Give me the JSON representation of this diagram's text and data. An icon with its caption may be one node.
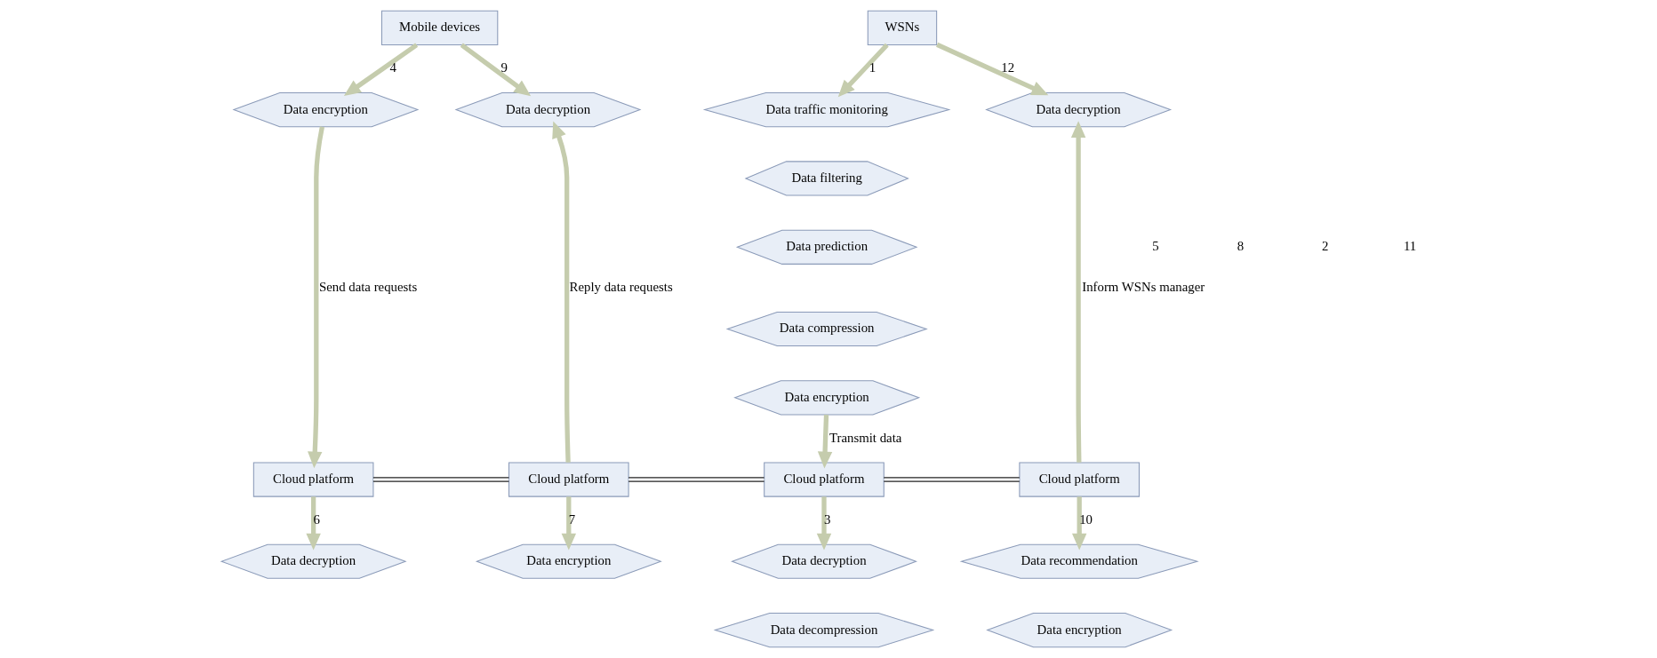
{
  "diagram": {
    "nodes": [
      {
        "text": [
          "Mobile devices"
        ]
      },
      {
        "text": [
          "Data encryption"
        ]
      },
      {
        "text": [
          "Data decryption"
        ]
      },
      {
        "text": [
          "Cloud platform"
        ]
      },
      {
        "text": [
          "Data decryption"
        ]
      },
      {
        "text": [
          "Cloud platform"
        ]
      },
      {
        "text": [
          "Data encryption"
        ]
      },
      {
        "text": [
          "WSNs"
        ]
      },
      {
        "text": [
          "Data traffic monitoring"
        ]
      },
      {
        "text": [
          "Data filtering"
        ]
      },
      {
        "text": [
          "Data prediction"
        ]
      },
      {
        "text": [
          "Data compression"
        ]
      },
      {
        "text": [
          "Data encryption"
        ]
      },
      {
        "text": [
          "Data decryption"
        ]
      },
      {
        "text": [
          "Cloud platform"
        ]
      },
      {
        "text": [
          "Cloud platform"
        ]
      },
      {
        "text": [
          "Data decryption"
        ]
      },
      {
        "text": [
          "Data decompression"
        ]
      },
      {
        "text": [
          "Data recommendation"
        ]
      },
      {
        "text": [
          "Data encryption"
        ]
      }
    ],
    "edges": [
      {
        "from": 0,
        "to": 1,
        "arrow": "to",
        "label": "4"
      },
      {
        "from": 0,
        "to": 2,
        "arrow": "to",
        "label": "9"
      },
      {
        "from": 1,
        "to": 3,
        "arrow": "to",
        "label": "Send data requests"
      },
      {
        "from": 3,
        "to": 4,
        "arrow": "to",
        "label": "6"
      },
      {
        "from": 5,
        "to": 2,
        "arrow": "to",
        "label": "Reply data requests"
      },
      {
        "from": 5,
        "to": 6,
        "arrow": "to",
        "label": "7"
      },
      {
        "from": 7,
        "to": 8,
        "arrow": "to",
        "label": "1"
      },
      {
        "from": 7,
        "to": 13,
        "arrow": "to",
        "label": "12"
      },
      {
        "from": 12,
        "to": 14,
        "arrow": "to",
        "label": "Transmit data"
      },
      {
        "from": 14,
        "to": 16,
        "arrow": "to",
        "label": "3"
      },
      {
        "from": 15,
        "to": 13,
        "arrow": "to",
        "label": "Inform WSNs manager"
      },
      {
        "from": 15,
        "to": 18,
        "arrow": "to",
        "label": "10"
      },
      {
        "from": 3,
        "to": 5,
        "arrow": "none",
        "color": "#222222"
      },
      {
        "from": 5,
        "to": 14,
        "arrow": "none",
        "color": "#222222"
      },
      {
        "from": 14,
        "to": 15,
        "arrow": "none",
        "color": "#222222"
      }
    ],
    "labels": [
      "5",
      "8",
      "2",
      "11"
    ]
  }
}
